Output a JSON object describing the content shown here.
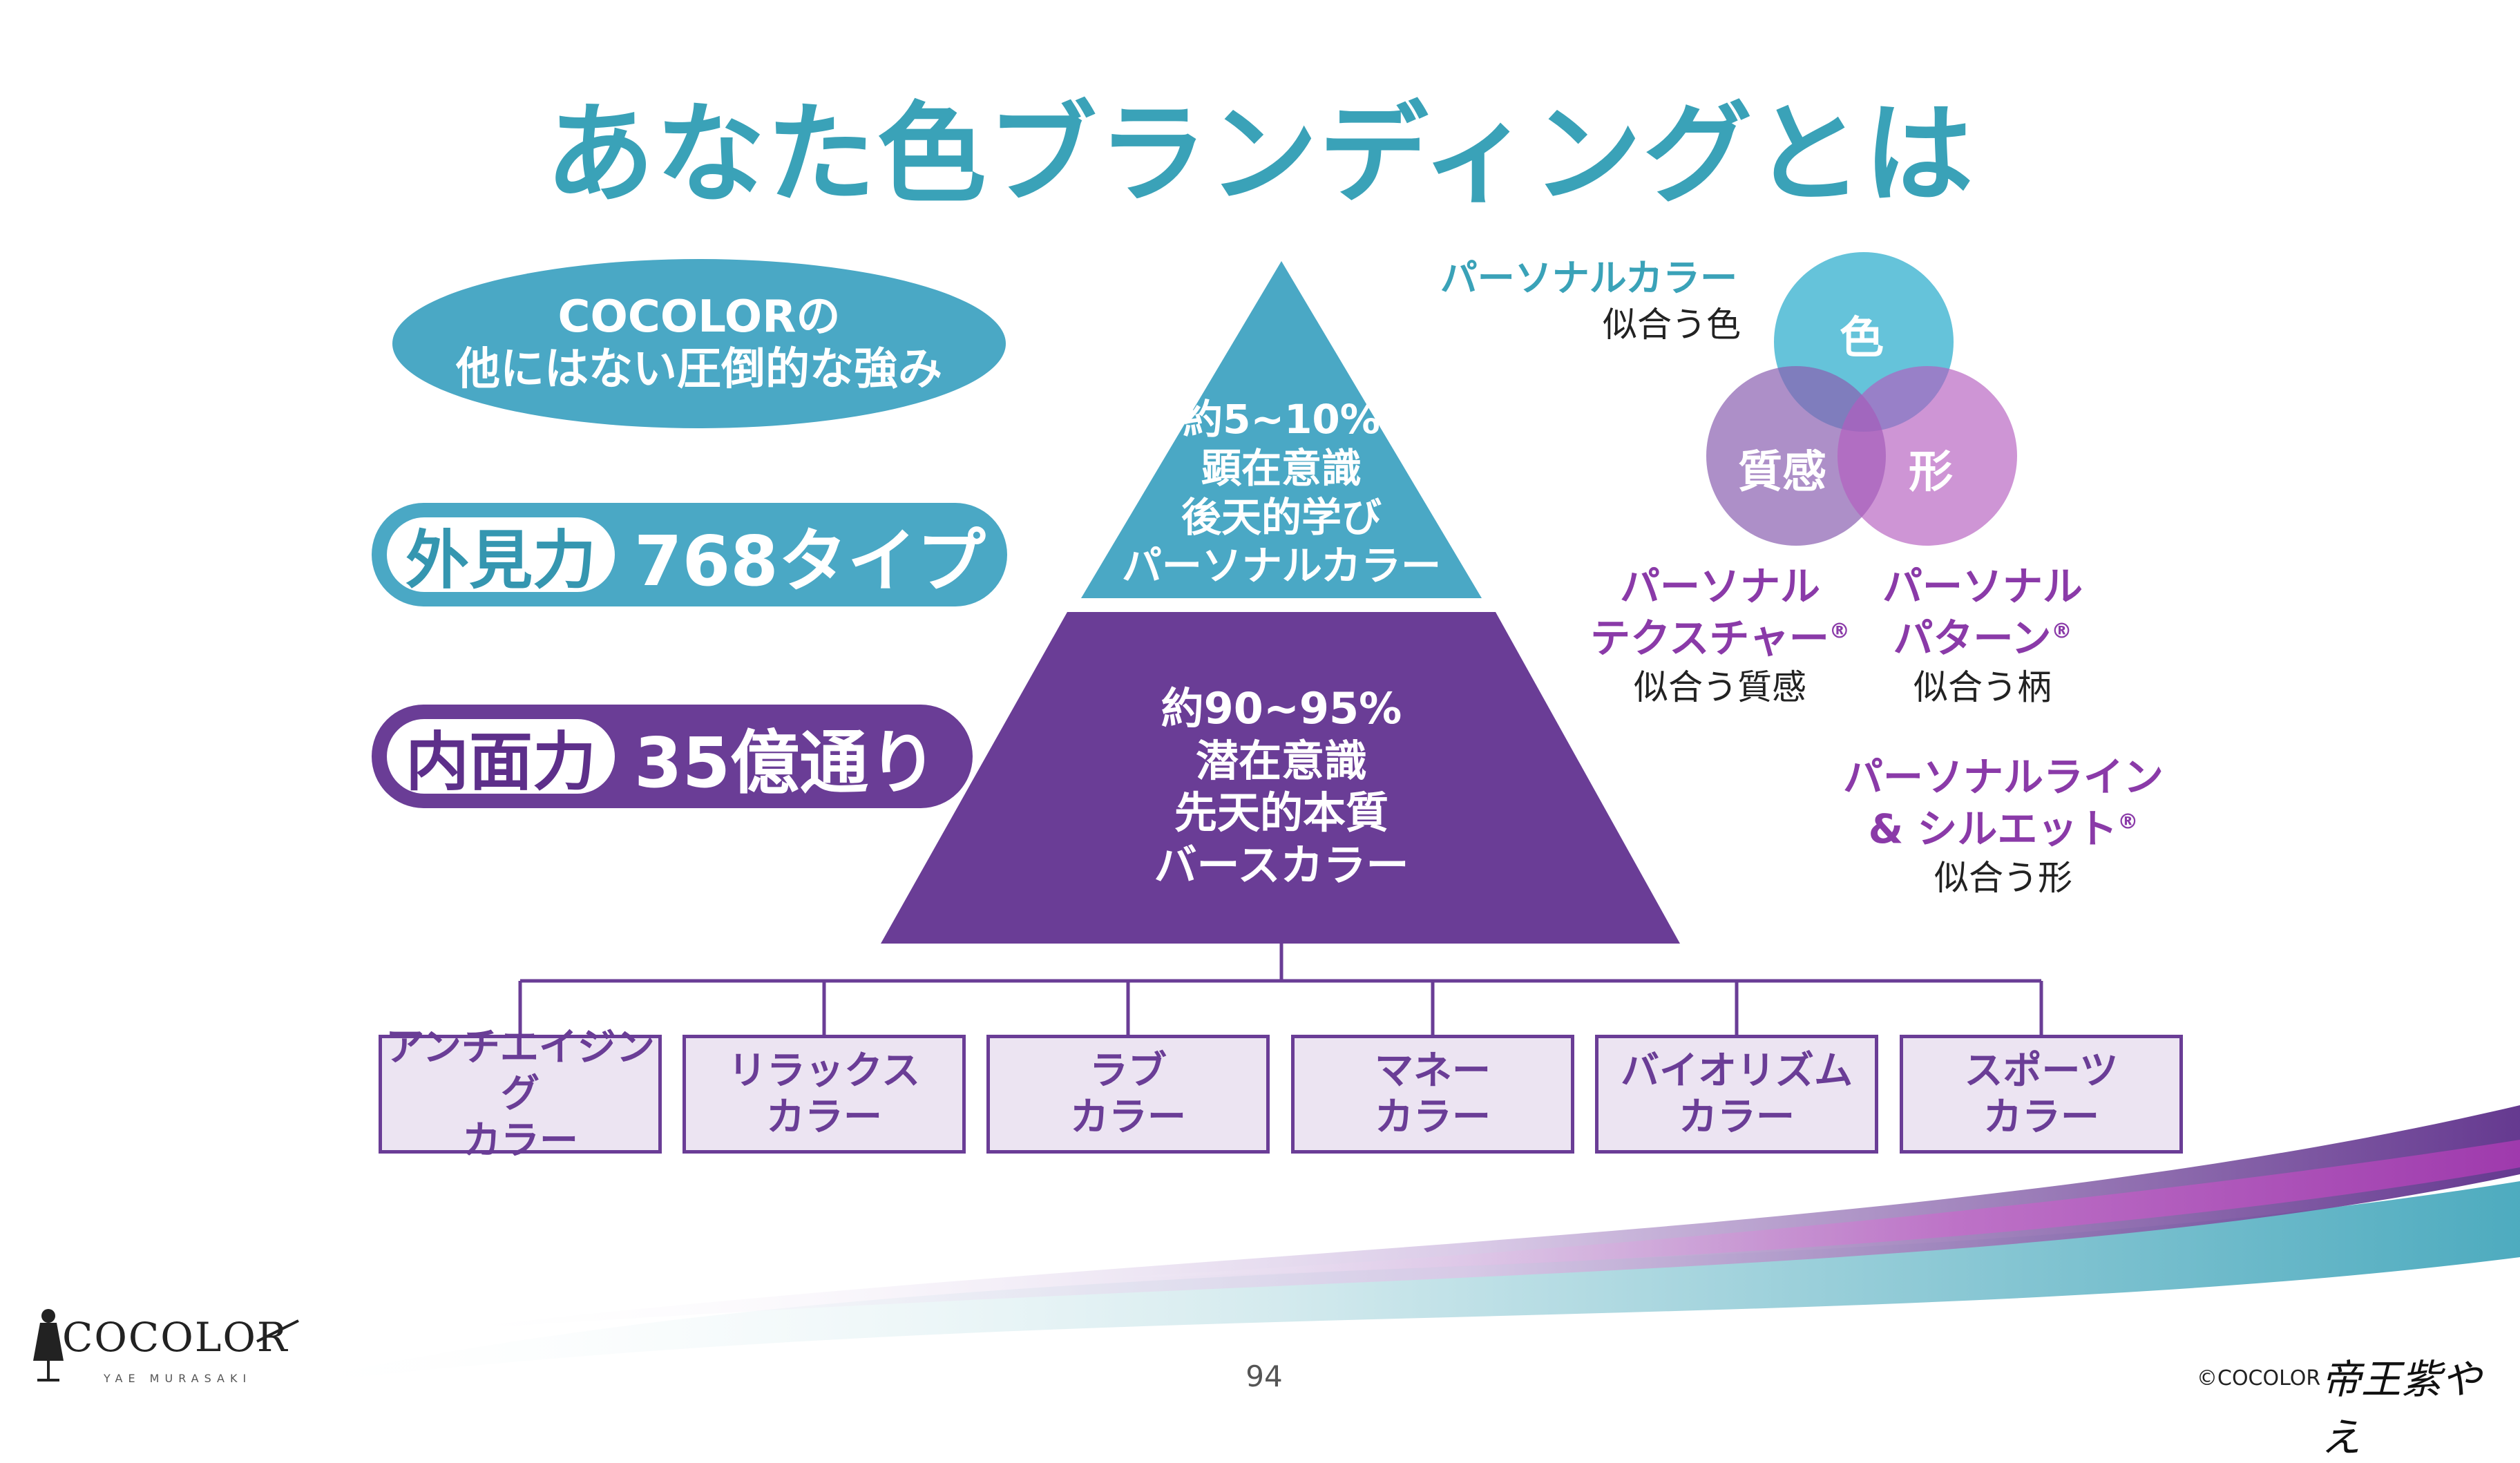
{
  "title": "あなた色ブランディングとは",
  "strength": {
    "line1": "COCOLORの",
    "line2": "他にはない圧倒的な強み"
  },
  "appearance": {
    "label": "外見力",
    "value": "768タイプ"
  },
  "inner": {
    "label": "内面力",
    "value": "35億通り"
  },
  "pyramid": {
    "top": [
      "約5~10%",
      "顕在意識",
      "後天的学び",
      "パーソナルカラー"
    ],
    "bottom": [
      "約90~95%",
      "潜在意識",
      "先天的本質",
      "バースカラー"
    ]
  },
  "venn": {
    "color": "色",
    "texture": "質感",
    "shape": "形"
  },
  "terms": {
    "personal_color": {
      "name": "パーソナルカラー",
      "sub": "似合う色"
    },
    "texture": {
      "name1": "パーソナル",
      "name2": "テクスチャー",
      "reg": "®",
      "sub": "似合う質感"
    },
    "pattern": {
      "name1": "パーソナル",
      "name2": "パターン",
      "reg": "®",
      "sub": "似合う柄"
    },
    "line": {
      "name1": "パーソナルライン",
      "name2": "& シルエット",
      "reg": "®",
      "sub": "似合う形"
    }
  },
  "colors_boxes": [
    {
      "line1": "アンチエイジング",
      "line2": "カラー"
    },
    {
      "line1": "リラックス",
      "line2": "カラー"
    },
    {
      "line1": "ラブ",
      "line2": "カラー"
    },
    {
      "line1": "マネー",
      "line2": "カラー"
    },
    {
      "line1": "バイオリズム",
      "line2": "カラー"
    },
    {
      "line1": "スポーツ",
      "line2": "カラー"
    }
  ],
  "footer": {
    "logo": "COCOLOR",
    "logo_sub": "YAE MURASAKI",
    "page": "94",
    "copyright": "©COCOLOR",
    "signature": "帝王紫やえ"
  },
  "palette": {
    "teal": "#4aa8c5",
    "purple": "#6a3d96",
    "magenta": "#8a3aa8",
    "box_fill": "#ece4f2"
  }
}
